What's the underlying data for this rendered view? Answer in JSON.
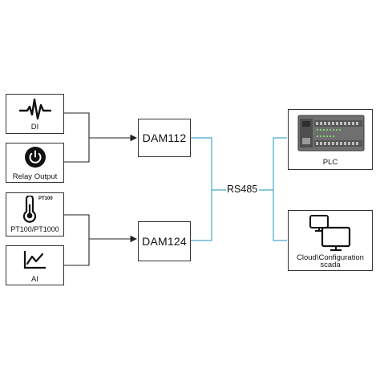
{
  "inputs": {
    "di": {
      "label": "DI",
      "icon": "pulse-wave-icon"
    },
    "relay": {
      "label": "Relay Output",
      "icon": "power-icon"
    },
    "pt": {
      "label": "PT100/PT1000",
      "icon": "thermometer-icon",
      "badge": "PT100"
    },
    "ai": {
      "label": "AI",
      "icon": "line-chart-icon"
    }
  },
  "modules": {
    "dam112": "DAM112",
    "dam124": "DAM124"
  },
  "bus": {
    "label": "RS485"
  },
  "outputs": {
    "plc": {
      "label": "PLC",
      "icon": "plc-device-icon"
    },
    "cloud": {
      "label_line1": "Cloud\\Configuration",
      "label_line2": "scada",
      "icon": "computer-monitors-icon"
    }
  },
  "colors": {
    "bus_line": "#49a9c9",
    "connector": "#222222"
  }
}
